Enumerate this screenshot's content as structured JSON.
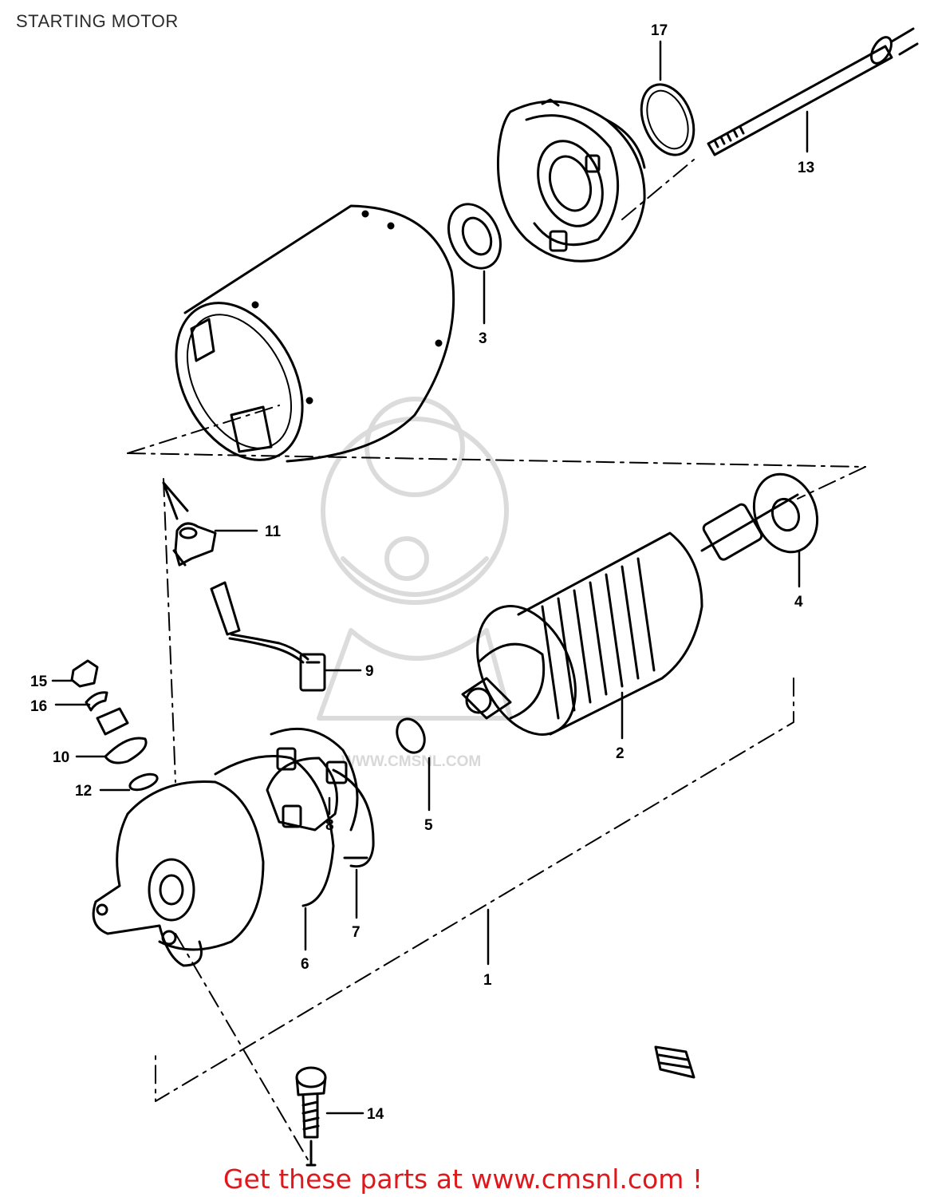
{
  "page": {
    "title": "STARTING MOTOR",
    "footer_link": "Get these parts at www.cmsnl.com !"
  },
  "watermark": {
    "text": "WWW.CMSNL.COM",
    "color": "#d4d4d4"
  },
  "colors": {
    "line": "#000000",
    "footer": "#e0181c",
    "title": "#2b2b2b"
  },
  "callouts": [
    {
      "id": "17",
      "label": "17"
    },
    {
      "id": "13",
      "label": "13"
    },
    {
      "id": "3",
      "label": "3"
    },
    {
      "id": "11",
      "label": "11"
    },
    {
      "id": "4",
      "label": "4"
    },
    {
      "id": "9",
      "label": "9"
    },
    {
      "id": "15",
      "label": "15"
    },
    {
      "id": "16",
      "label": "16"
    },
    {
      "id": "10",
      "label": "10"
    },
    {
      "id": "12",
      "label": "12"
    },
    {
      "id": "2",
      "label": "2"
    },
    {
      "id": "8",
      "label": "8"
    },
    {
      "id": "5",
      "label": "5"
    },
    {
      "id": "7",
      "label": "7"
    },
    {
      "id": "6",
      "label": "6"
    },
    {
      "id": "1",
      "label": "1"
    },
    {
      "id": "14",
      "label": "14"
    }
  ]
}
